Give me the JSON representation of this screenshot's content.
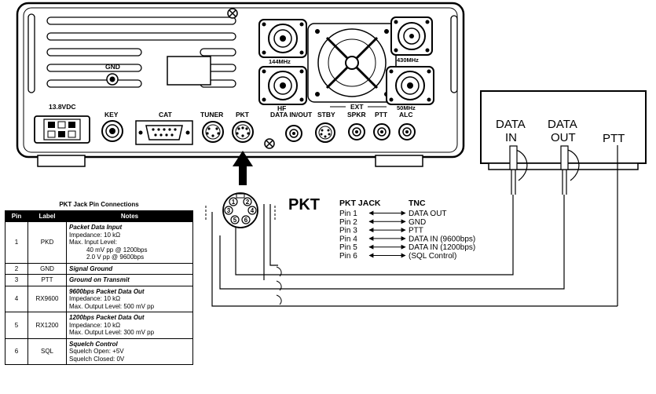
{
  "radio": {
    "power_label": "13.8VDC",
    "gnd_label": "GND",
    "key_label": "KEY",
    "cat_label": "CAT",
    "tuner_label": "TUNER",
    "pkt_label": "PKT",
    "hf_label": "HF",
    "data_in_out_label": "DATA IN/OUT",
    "stby_label": "STBY",
    "ext_label": "EXT",
    "spkr_label": "SPKR",
    "ptt_label": "PTT",
    "alc_label": "ALC",
    "band_144": "144MHz",
    "band_430": "430MHz",
    "band_50": "50MHz"
  },
  "tnc": {
    "data_in_line1": "DATA",
    "data_in_line2": "IN",
    "data_out_line1": "DATA",
    "data_out_line2": "OUT",
    "ptt": "PTT"
  },
  "connector": {
    "title": "PKT",
    "pins": [
      "1",
      "2",
      "3",
      "4",
      "5",
      "6"
    ]
  },
  "mapping": {
    "header_jack": "PKT JACK",
    "header_tnc": "TNC",
    "rows": [
      {
        "pin": "Pin 1",
        "tnc": "DATA OUT"
      },
      {
        "pin": "Pin 2",
        "tnc": "GND"
      },
      {
        "pin": "Pin 3",
        "tnc": "PTT"
      },
      {
        "pin": "Pin 4",
        "tnc": "DATA IN (9600bps)"
      },
      {
        "pin": "Pin 5",
        "tnc": "DATA IN (1200bps)"
      },
      {
        "pin": "Pin 6",
        "tnc": "(SQL Control)"
      }
    ]
  },
  "table": {
    "title": "PKT Jack Pin Connections",
    "headers": [
      "Pin",
      "Label",
      "Notes"
    ],
    "rows": [
      {
        "pin": "1",
        "label": "PKD",
        "note_title": "Packet Data Input",
        "lines": [
          "Impedance: 10 kΩ",
          "Max. Input Level:"
        ],
        "indented": [
          "40 mV pp @ 1200bps",
          "2.0 V pp @ 9600bps"
        ]
      },
      {
        "pin": "2",
        "label": "GND",
        "note_title": "Signal Ground",
        "lines": [],
        "indented": []
      },
      {
        "pin": "3",
        "label": "PTT",
        "note_title": "Ground on Transmit",
        "lines": [],
        "indented": []
      },
      {
        "pin": "4",
        "label": "RX9600",
        "note_title": "9600bps Packet Data Out",
        "lines": [
          "Impedance: 10 kΩ",
          "Max. Output Level: 500 mV pp"
        ],
        "indented": []
      },
      {
        "pin": "5",
        "label": "RX1200",
        "note_title": "1200bps Packet Data Out",
        "lines": [
          "Impedance: 10 kΩ",
          "Max. Output Level: 300 mV pp"
        ],
        "indented": []
      },
      {
        "pin": "6",
        "label": "SQL",
        "note_title": "Squelch Control",
        "lines": [
          "Squelch Open: +5V",
          "Squelch Closed: 0V"
        ],
        "indented": []
      }
    ]
  }
}
